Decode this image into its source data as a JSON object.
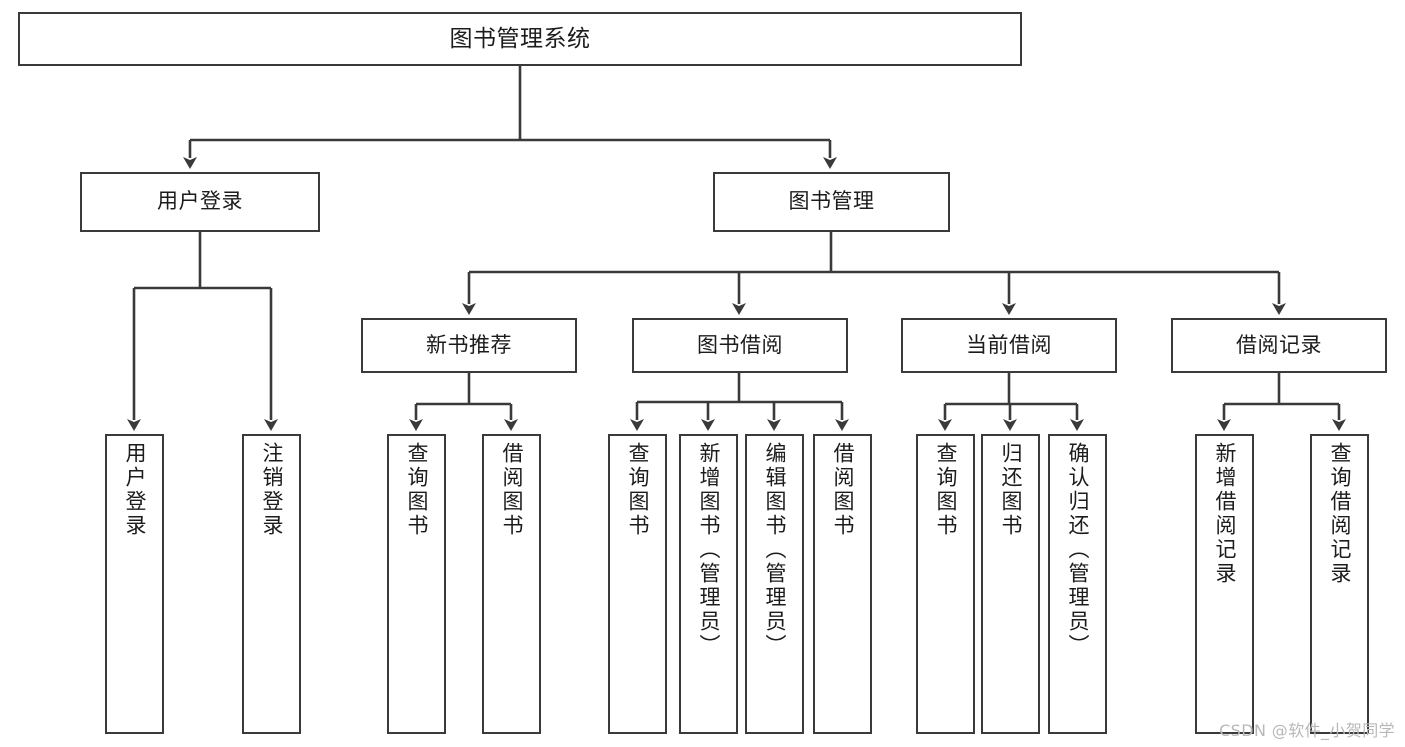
{
  "diagram": {
    "title": "图书管理系统",
    "type": "tree-hierarchy",
    "orientation": "top-down",
    "background_color": "#ffffff",
    "line_color": "#3a3a3a",
    "box_border_color": "#3a3a3a",
    "text_color": "#1c1c1c"
  },
  "root": {
    "label": "图书管理系统"
  },
  "level2": {
    "user_login": {
      "label": "用户登录"
    },
    "book_manage": {
      "label": "图书管理"
    }
  },
  "level3": {
    "new_book_recommend": {
      "label": "新书推荐"
    },
    "book_borrow": {
      "label": "图书借阅"
    },
    "current_borrow": {
      "label": "当前借阅"
    },
    "borrow_record": {
      "label": "借阅记录"
    }
  },
  "leaves": {
    "user_login": [
      {
        "label": "用户登录"
      },
      {
        "label": "注销登录"
      }
    ],
    "new_book_recommend": [
      {
        "label": "查询图书"
      },
      {
        "label": "借阅图书"
      }
    ],
    "book_borrow": [
      {
        "label": "查询图书"
      },
      {
        "label": "新增图书（管理员）"
      },
      {
        "label": "编辑图书（管理员）"
      },
      {
        "label": "借阅图书"
      }
    ],
    "current_borrow": [
      {
        "label": "查询图书"
      },
      {
        "label": "归还图书"
      },
      {
        "label": "确认归还（管理员）"
      }
    ],
    "borrow_record": [
      {
        "label": "新增借阅记录"
      },
      {
        "label": "查询借阅记录"
      }
    ]
  },
  "watermark": {
    "text": "CSDN @软件_小贺同学"
  }
}
